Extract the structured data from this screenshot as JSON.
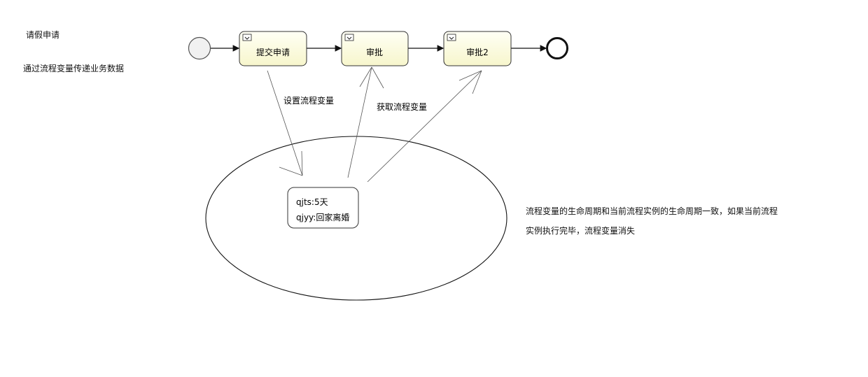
{
  "labels": {
    "title": "请假申请",
    "subtitle": "通过流程变量传递业务数据",
    "set_variable": "设置流程变量",
    "get_variable": "获取流程变量",
    "note": "流程变量的生命周期和当前流程实例的生命周期一致，如果当前流程实例执行完毕，流程变量消失"
  },
  "process": {
    "tasks": [
      {
        "label": "提交申请"
      },
      {
        "label": "审批"
      },
      {
        "label": "审批2"
      }
    ]
  },
  "variables": [
    {
      "text": "qjts:5天"
    },
    {
      "text": "qjyy:回家离婚"
    }
  ],
  "icons": {
    "start": "start-event-icon",
    "end": "end-event-icon",
    "task_marker": "manual-task-marker-icon"
  }
}
